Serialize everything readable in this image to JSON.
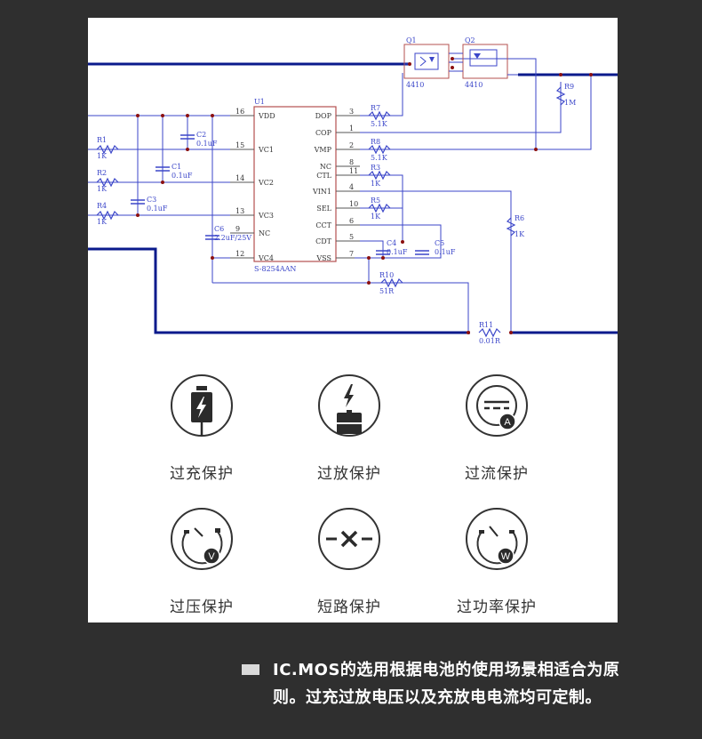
{
  "schematic": {
    "ic": {
      "ref": "U1",
      "part": "S-8254AAN",
      "left_pins": [
        {
          "num": "16",
          "name": "VDD"
        },
        {
          "num": "15",
          "name": "VC1"
        },
        {
          "num": "14",
          "name": "VC2"
        },
        {
          "num": "13",
          "name": "VC3"
        },
        {
          "num": "9",
          "name": "NC"
        },
        {
          "num": "12",
          "name": "VC4"
        }
      ],
      "right_pins": [
        {
          "num": "3",
          "name": "DOP"
        },
        {
          "num": "1",
          "name": "COP"
        },
        {
          "num": "2",
          "name": "VMP"
        },
        {
          "num": "8",
          "name": "NC"
        },
        {
          "num": "11",
          "name": "CTL"
        },
        {
          "num": "4",
          "name": "VIN1"
        },
        {
          "num": "10",
          "name": "SEL"
        },
        {
          "num": "6",
          "name": "CCT"
        },
        {
          "num": "5",
          "name": "CDT"
        },
        {
          "num": "7",
          "name": "VSS"
        }
      ]
    },
    "mosfets": [
      {
        "ref": "Q1",
        "part": "4410"
      },
      {
        "ref": "Q2",
        "part": "4410"
      }
    ],
    "resistors": [
      {
        "ref": "R1",
        "value": "1K"
      },
      {
        "ref": "R2",
        "value": "1K"
      },
      {
        "ref": "R4",
        "value": "1K"
      },
      {
        "ref": "R7",
        "value": "5.1K"
      },
      {
        "ref": "R8",
        "value": "5.1K"
      },
      {
        "ref": "R3",
        "value": "1K"
      },
      {
        "ref": "R5",
        "value": "1K"
      },
      {
        "ref": "R6",
        "value": "1K"
      },
      {
        "ref": "R9",
        "value": "1M"
      },
      {
        "ref": "R10",
        "value": "51R"
      },
      {
        "ref": "R11",
        "value": "0.01R"
      }
    ],
    "capacitors": [
      {
        "ref": "C1",
        "value": "0.1uF"
      },
      {
        "ref": "C2",
        "value": "0.1uF"
      },
      {
        "ref": "C3",
        "value": "0.1uF"
      },
      {
        "ref": "C4",
        "value": "0.1uF"
      },
      {
        "ref": "C5",
        "value": "0.1uF"
      },
      {
        "ref": "C6",
        "value": "2.2uF/25V"
      }
    ],
    "colors": {
      "wire": "#3b46c9",
      "bus": "#0a1a8c",
      "ic_border": "#b5504f",
      "junction": "#8b1010"
    }
  },
  "features": [
    {
      "label": "过充保护",
      "icon": "battery-charging-icon"
    },
    {
      "label": "过放保护",
      "icon": "battery-discharge-icon"
    },
    {
      "label": "过流保护",
      "icon": "ammeter-icon"
    },
    {
      "label": "过压保护",
      "icon": "voltmeter-icon"
    },
    {
      "label": "短路保护",
      "icon": "short-circuit-icon"
    },
    {
      "label": "过功率保护",
      "icon": "wattmeter-icon"
    }
  ],
  "note": {
    "text": "IC.MOS的选用根据电池的使用场景相适合为原则。过充过放电压以及充放电电流均可定制。"
  }
}
